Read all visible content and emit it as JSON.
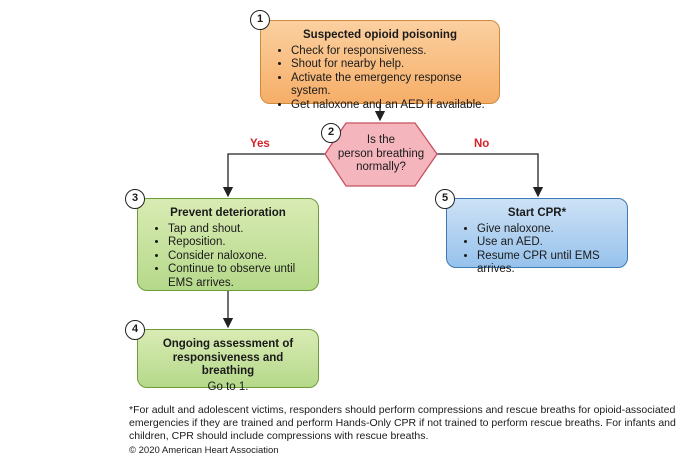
{
  "step1": {
    "number": "1",
    "title": "Suspected opioid poisoning",
    "items": [
      "Check for responsiveness.",
      "Shout for nearby help.",
      "Activate the emergency response system.",
      "Get naloxone and an AED if available."
    ]
  },
  "step2": {
    "number": "2",
    "question": [
      "Is the",
      "person breathing",
      "normally?"
    ],
    "yes_label": "Yes",
    "no_label": "No"
  },
  "step3": {
    "number": "3",
    "title": "Prevent deterioration",
    "items": [
      "Tap and shout.",
      "Reposition.",
      "Consider naloxone.",
      "Continue to observe until EMS arrives."
    ]
  },
  "step4": {
    "number": "4",
    "title_line1": "Ongoing assessment of",
    "title_line2": "responsiveness and breathing",
    "body": "Go to 1."
  },
  "step5": {
    "number": "5",
    "title": "Start CPR*",
    "items": [
      "Give naloxone.",
      "Use an AED.",
      "Resume CPR until EMS arrives."
    ]
  },
  "footnote": "*For adult and adolescent victims, responders should perform compressions and rescue breaths for opioid-associated emergencies if they are trained and perform Hands-Only CPR if not trained to perform rescue breaths. For infants and children, CPR should include compressions with rescue breaths.",
  "copyright": "© 2020 American Heart Association",
  "colors": {
    "orange": "#f6ae68",
    "green": "#b5d98a",
    "blue": "#97c2ec",
    "decision_pink": "#f4b5bd",
    "yes_no_red": "#d3242a"
  }
}
